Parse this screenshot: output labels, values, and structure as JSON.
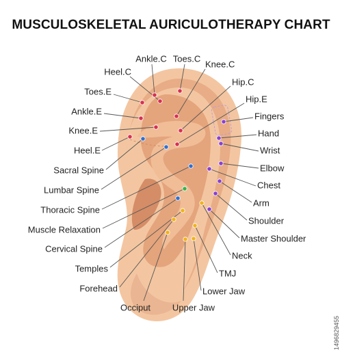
{
  "title": "MUSCULOSKELETAL AURICULOTHERAPY CHART",
  "watermark": "1496829455",
  "colors": {
    "skin": "#f3c6a1",
    "skin_shadow": "#e4a47c",
    "skin_dark": "#d48d67",
    "line": "#555555",
    "red_point": "#d9304f",
    "blue_point": "#2f6fd0",
    "green_point": "#38b24a",
    "purple_point": "#8a3fd1",
    "yellow_point": "#f2b21a"
  },
  "labels": {
    "ankle_c": "Ankle.C",
    "toes_c": "Toes.C",
    "knee_c": "Knee.C",
    "heel_c": "Heel.C",
    "hip_c": "Hip.C",
    "toes_e": "Toes.E",
    "hip_e": "Hip.E",
    "ankle_e": "Ankle.E",
    "fingers": "Fingers",
    "knee_e": "Knee.E",
    "hand": "Hand",
    "heel_e": "Heel.E",
    "wrist": "Wrist",
    "sacral_spine": "Sacral Spine",
    "elbow": "Elbow",
    "lumbar_spine": "Lumbar Spine",
    "chest": "Chest",
    "thoracic_spine": "Thoracic Spine",
    "arm": "Arm",
    "muscle_relaxation": "Muscle Relaxation",
    "shoulder": "Shoulder",
    "cervical_spine": "Cervical Spine",
    "master_shoulder": "Master Shoulder",
    "temples": "Temples",
    "neck": "Neck",
    "forehead": "Forehead",
    "tmj": "TMJ",
    "lower_jaw": "Lower Jaw",
    "occiput": "Occiput",
    "upper_jaw": "Upper Jaw"
  }
}
